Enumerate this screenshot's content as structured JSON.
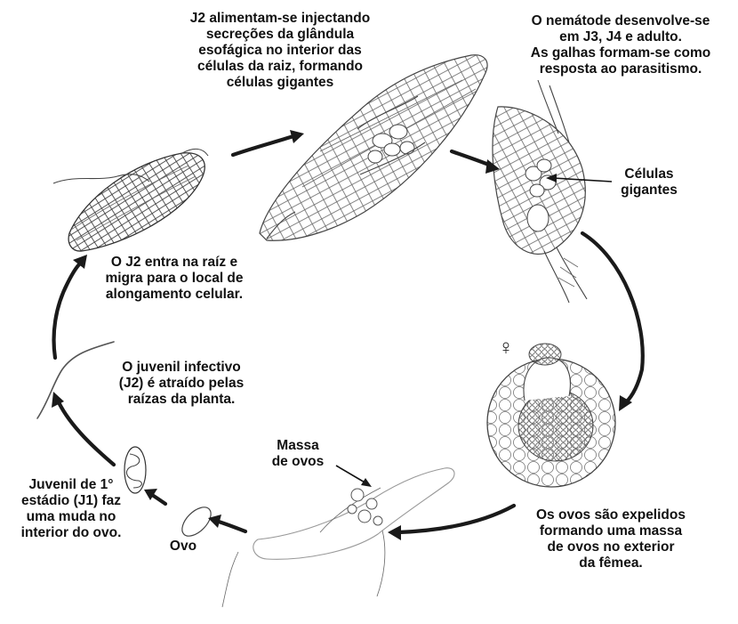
{
  "labels": {
    "feeding": [
      "J2 alimentam-se injectando",
      "secreções da glândula",
      "esofágica no interior das",
      "células da raiz, formando",
      "células gigantes"
    ],
    "develops": [
      "O nemátode desenvolve-se",
      "em J3, J4 e adulto.",
      "As galhas formam-se como",
      "resposta ao parasitismo."
    ],
    "giant_cells": [
      "Células",
      "gigantes"
    ],
    "enters_root": [
      "O J2 entra na raíz e",
      "migra para o local de",
      "alongamento celular."
    ],
    "infective_juvenile": [
      "O juvenil infectivo",
      "(J2) é atraído pelas",
      "raízas da planta."
    ],
    "egg_mass": [
      "Massa",
      "de ovos"
    ],
    "first_stage": [
      "Juvenil de 1°",
      "estádio (J1) faz",
      "uma muda no",
      "interior do ovo."
    ],
    "egg": [
      "Ovo"
    ],
    "eggs_expelled": [
      "Os ovos são expelidos",
      "formando uma massa",
      "de ovos no exterior",
      "da fêmea."
    ]
  },
  "symbols": {
    "female": "♀"
  },
  "colors": {
    "ink": "#1a1a1a",
    "drawing": "#555555",
    "background": "#ffffff"
  }
}
